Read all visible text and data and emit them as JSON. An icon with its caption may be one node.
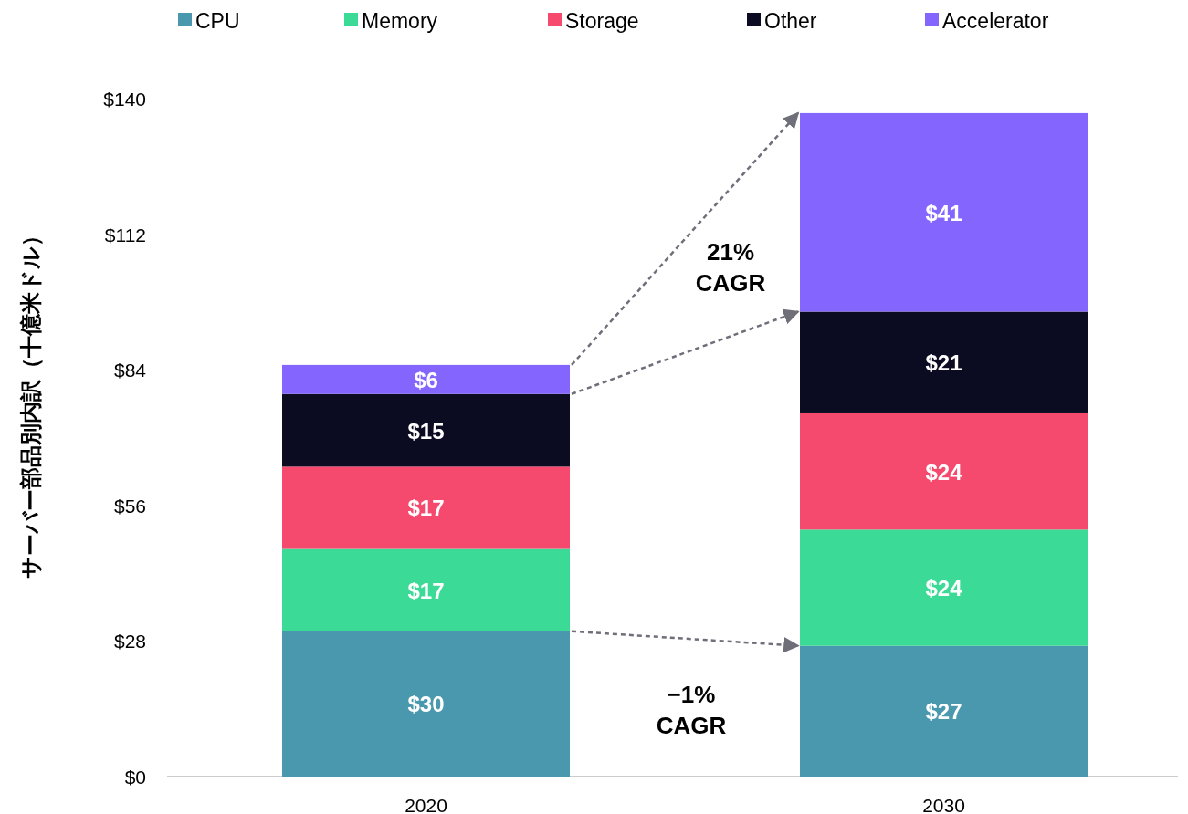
{
  "diagram": {
    "chart_data": {
      "type": "bar",
      "stacked": true,
      "orientation": "vertical",
      "ylabel": "サーバー部品別内訳（十億米ドル）",
      "categories": [
        "2020",
        "2030"
      ],
      "series": [
        {
          "name": "CPU",
          "color": "#4a98ae",
          "values": [
            30,
            27
          ]
        },
        {
          "name": "Memory",
          "color": "#3bda96",
          "values": [
            17,
            24
          ]
        },
        {
          "name": "Storage",
          "color": "#f5496d",
          "values": [
            17,
            24
          ]
        },
        {
          "name": "Other",
          "color": "#0b0b22",
          "values": [
            15,
            21
          ]
        },
        {
          "name": "Accelerator",
          "color": "#8466ff",
          "values": [
            6,
            41
          ]
        }
      ],
      "value_labels": [
        [
          "$30",
          "$27"
        ],
        [
          "$17",
          "$24"
        ],
        [
          "$17",
          "$24"
        ],
        [
          "$15",
          "$21"
        ],
        [
          "$6",
          "$41"
        ]
      ],
      "ylim": [
        0,
        140
      ],
      "yticks": [
        {
          "value": 0,
          "label": "$0"
        },
        {
          "value": 28,
          "label": "$28"
        },
        {
          "value": 56,
          "label": "$56"
        },
        {
          "value": 84,
          "label": "$84"
        },
        {
          "value": 112,
          "label": "$112"
        },
        {
          "value": 140,
          "label": "$140"
        }
      ],
      "annotations": [
        "21% CAGR",
        "−1% CAGR"
      ],
      "legend": true
    }
  }
}
